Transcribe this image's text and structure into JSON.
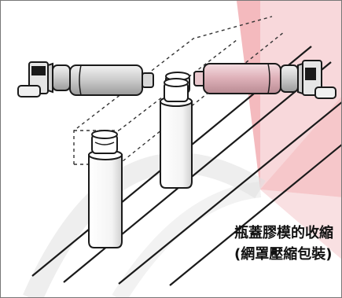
{
  "caption": {
    "line1": "瓶蓋膠模的收縮",
    "line2": "(網罩壓縮包裝)"
  },
  "icons": [
    "sleeve-applicator-icon",
    "bottle-icon",
    "cap-icon",
    "conveyor-line"
  ],
  "colors": {
    "watermark": "#e34d57",
    "outline": "#1a1a1a",
    "applicator_light": "#d7d7d7",
    "applicator_tinted": "#e2b5bd",
    "bottle_fill": "#ffffff"
  }
}
